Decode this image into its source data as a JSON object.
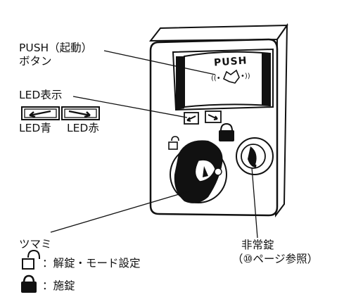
{
  "device": {
    "push_text": "PUSH",
    "radio_left": "((•",
    "radio_right": "•))"
  },
  "callouts": {
    "push_label_line1": "PUSH（起動）",
    "push_label_line2": "ボタン",
    "led_label": "LED表示",
    "led_blue": "LED青",
    "led_red": "LED赤",
    "knob_label": "ツマミ",
    "unlock_desc": "：解錠・モード設定",
    "lock_desc": "：施錠",
    "emergency_line1": "非常錠",
    "emergency_line2": "（⑩ページ参照）"
  }
}
